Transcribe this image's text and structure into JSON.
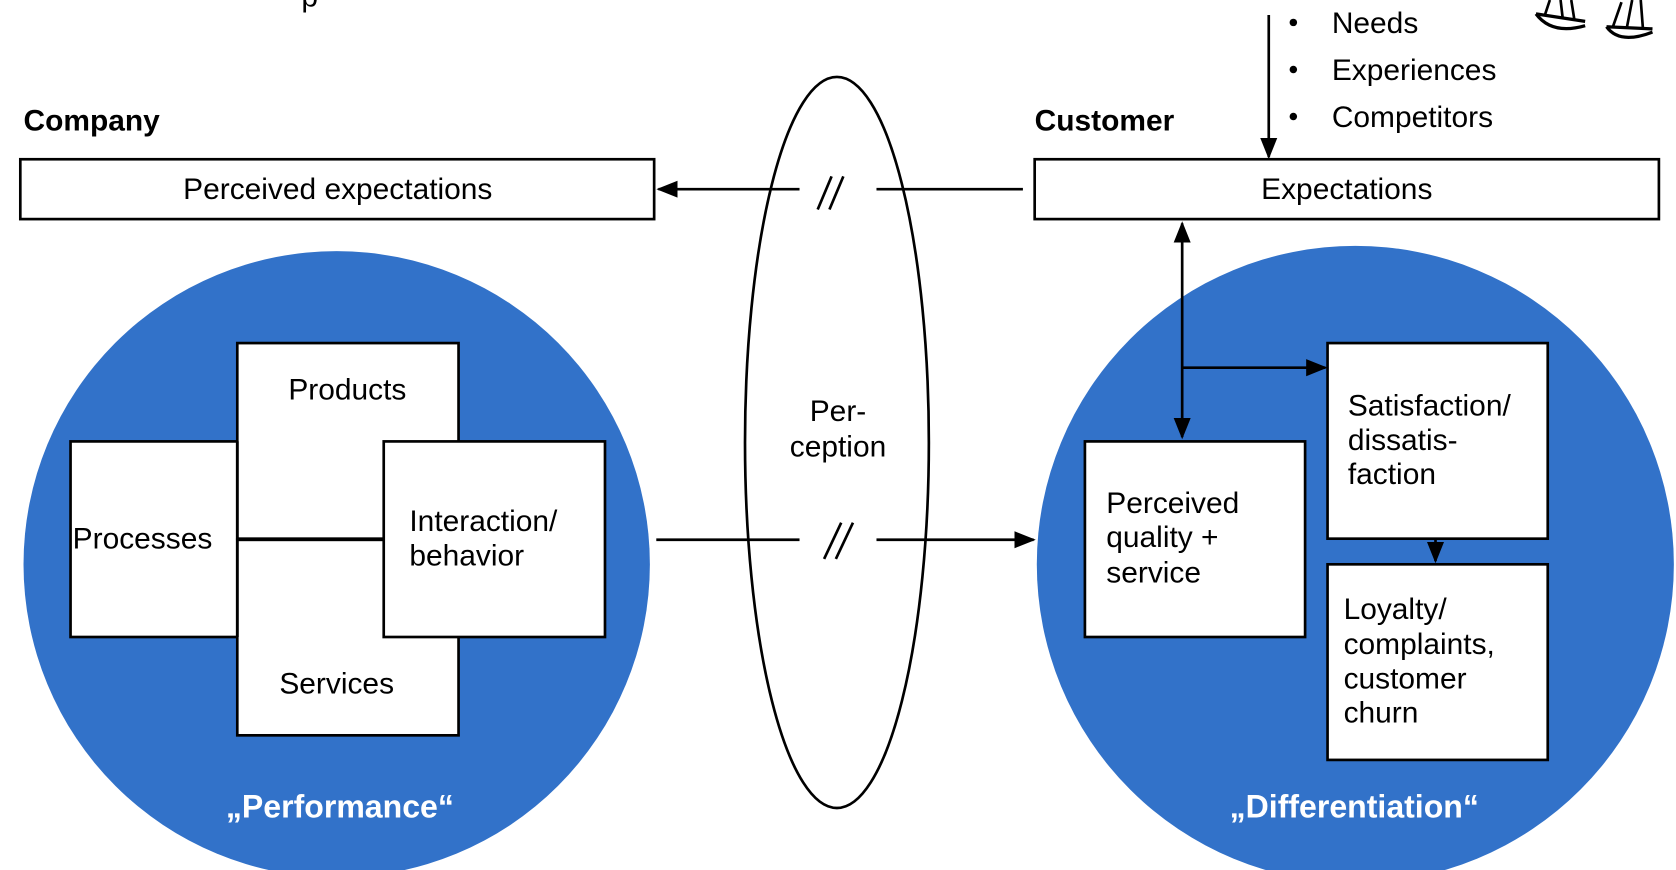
{
  "colors": {
    "circle_fill": "#3272C9",
    "stroke": "#000000",
    "box_fill": "#FFFFFF",
    "caption_text": "#FFFFFF"
  },
  "top_cut_label": "p",
  "company": {
    "heading": "Company",
    "perceived_expectations": "Perceived expectations",
    "circle": {
      "caption": "„Performance“",
      "boxes": {
        "products": "Products",
        "processes": "Processes",
        "interaction": [
          "Interaction/",
          "behavior"
        ],
        "services": "Services"
      }
    }
  },
  "perception": {
    "label": [
      "Per-",
      "ception"
    ],
    "break_marker": "//"
  },
  "customer": {
    "heading": "Customer",
    "influences": [
      "Needs",
      "Experiences",
      "Competitors"
    ],
    "expectations": "Expectations",
    "scale_icon": "balance-scale-icon",
    "circle": {
      "caption": "„Differentiation“",
      "boxes": {
        "perceived_quality": [
          "Perceived",
          "quality +",
          "service"
        ],
        "satisfaction": [
          "Satisfaction/",
          "dissatis-",
          "faction"
        ],
        "loyalty": [
          "Loyalty/",
          "complaints,",
          "customer",
          "churn"
        ]
      }
    }
  }
}
